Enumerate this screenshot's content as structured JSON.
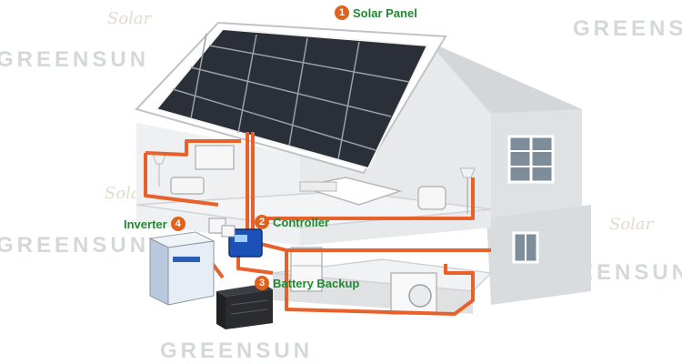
{
  "watermark": {
    "brand": "GREENSUN",
    "script": "Solar"
  },
  "callouts": {
    "solar_panel": {
      "number": "1",
      "label": "Solar Panel"
    },
    "controller": {
      "number": "2",
      "label": "Controller"
    },
    "battery": {
      "number": "3",
      "label": "Battery Backup"
    },
    "inverter": {
      "number": "4",
      "label": "Inverter"
    }
  },
  "colors": {
    "wire": "#e8602a",
    "label_text": "#1f8a2e",
    "badge": "#e2621b",
    "panel": "#2b2f38",
    "house_wall": "#e4e6e8",
    "house_shade": "#c9ccd0"
  }
}
